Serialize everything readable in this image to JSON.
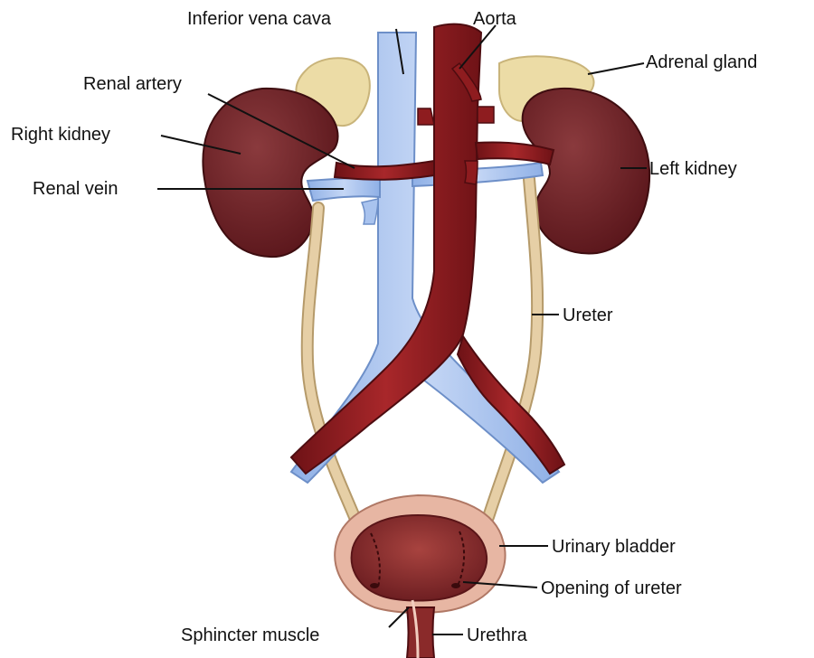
{
  "diagram": {
    "labels": {
      "inferior_vena_cava": "Inferior vena cava",
      "aorta": "Aorta",
      "adrenal_gland": "Adrenal gland",
      "renal_artery": "Renal artery",
      "right_kidney": "Right kidney",
      "left_kidney": "Left kidney",
      "renal_vein": "Renal vein",
      "ureter": "Ureter",
      "urinary_bladder": "Urinary bladder",
      "opening_of_ureter": "Opening of ureter",
      "sphincter_muscle": "Sphincter muscle",
      "urethra": "Urethra"
    },
    "colors": {
      "kidney": "#6e1f24",
      "artery": "#8e1c1f",
      "vein": "#a9c3ee",
      "ureter": "#e2c9a0",
      "adrenal": "#ecdca6",
      "bladder_outer": "#e7b6a3",
      "bladder_inner": "#8a2a2a"
    }
  }
}
